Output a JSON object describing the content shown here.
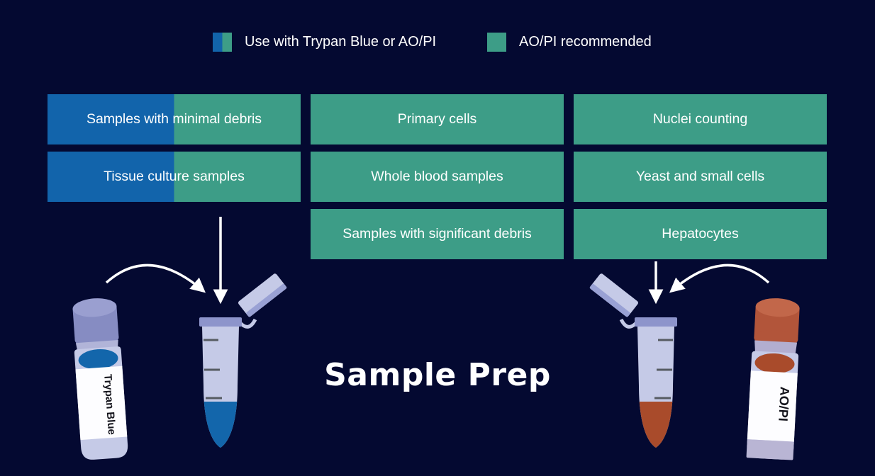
{
  "title": "Sample Prep",
  "legend": {
    "items": [
      {
        "swatch": "dual",
        "label": "Use with Trypan Blue or AO/PI"
      },
      {
        "swatch": "teal",
        "label": "AO/PI recommended"
      }
    ]
  },
  "boxes": {
    "col1": [
      "Samples with minimal debris",
      "Tissue culture samples"
    ],
    "col2": [
      "Primary cells",
      "Whole blood samples",
      "Samples with significant debris"
    ],
    "col3": [
      "Nuclei counting",
      "Yeast and small cells",
      "Hepatocytes"
    ]
  },
  "vials": {
    "left_label": "Trypan Blue",
    "right_label": "AO/PI"
  },
  "colors": {
    "background": "#040931",
    "teal": "#3d9d87",
    "blue": "#1264ab",
    "liquid-blue": "#1366ab",
    "liquid-red": "#a94b2b",
    "tube-body": "#c5cae7",
    "tube-rim": "#8d94cb",
    "arrow": "#ffffff",
    "text": "#ffffff"
  }
}
